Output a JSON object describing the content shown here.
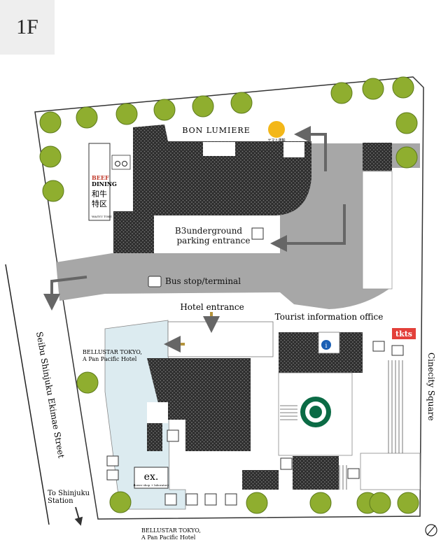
{
  "floor": "1F",
  "labels": {
    "bon_lumiere": "BON LUMIERE",
    "yamato": "ヤマト運輸",
    "parking_line1": "B3underground",
    "parking_line2": "parking entrance",
    "bus": "Bus stop/terminal",
    "hotel_entrance": "Hotel entrance",
    "tourist_info": "Tourist information office",
    "tkts": "tkts",
    "bellustar_top_line1": "BELLUSTAR TOKYO,",
    "bellustar_top_line2": "A Pan Pacific Hotel",
    "bellustar_bottom_line1": "BELLUSTAR TOKYO,",
    "bellustar_bottom_line2": "A Pan Pacific Hotel",
    "seibu_street": "Seibu Shinjuku Ekimae Street",
    "cinecity": "Cinecity Square",
    "to_shinjuku_line1": "To Shinjuku",
    "to_shinjuku_line2": "Station",
    "ex_shop": "ex.",
    "ex_sub": "flower shop + laboratory",
    "beef_line1": "BEEF",
    "beef_line2": "DINING",
    "wagyu_line1": "和牛",
    "wagyu_line2": "特区",
    "wagyu_sub": "WAGYU TOKU"
  },
  "colors": {
    "tree": "#8fae2f",
    "road": "#a7a7a7",
    "building": "#2f2f2f",
    "hotel_area": "#dcebf0",
    "arrow_gold": "#b5943c",
    "info_blue": "#1a5fb4",
    "tkts_red": "#e3403a",
    "starbucks_green": "#0b6b45"
  },
  "icons": [
    "bicycle-icon",
    "yamato-cat-icon",
    "car-icon",
    "bus-icon",
    "info-icon",
    "escalator-icon",
    "elevator-icon",
    "starbucks-logo-icon",
    "compass-icon"
  ]
}
